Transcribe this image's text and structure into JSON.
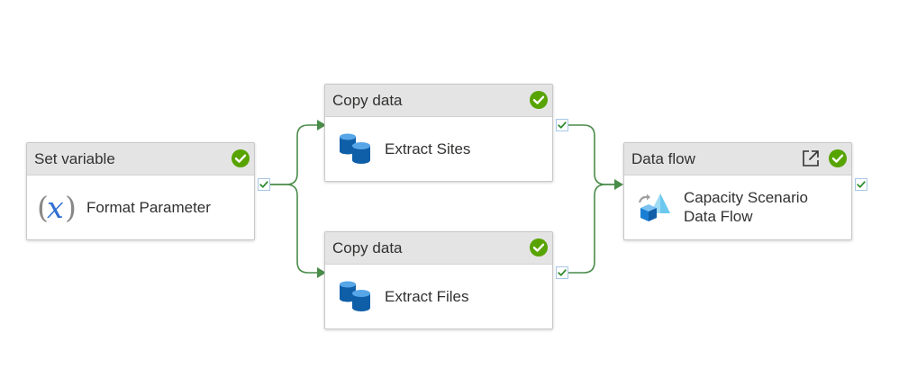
{
  "activities": {
    "set_variable": {
      "type": "Set variable",
      "name": "Format Parameter",
      "icon": "variable-x-icon",
      "status": "succeeded"
    },
    "copy_sites": {
      "type": "Copy data",
      "name": "Extract Sites",
      "icon": "database-icon",
      "status": "succeeded"
    },
    "copy_files": {
      "type": "Copy data",
      "name": "Extract Files",
      "icon": "database-icon",
      "status": "succeeded"
    },
    "data_flow": {
      "type": "Data flow",
      "name_line1": "Capacity Scenario",
      "name_line2": "Data Flow",
      "icon": "data-flow-icon",
      "status": "succeeded"
    }
  },
  "colors": {
    "success": "#57a300",
    "connector": "#4a8c4a",
    "header_bg": "#e4e4e4",
    "database_blue": "#0f5ea8",
    "port_border": "#a7c7e7"
  }
}
